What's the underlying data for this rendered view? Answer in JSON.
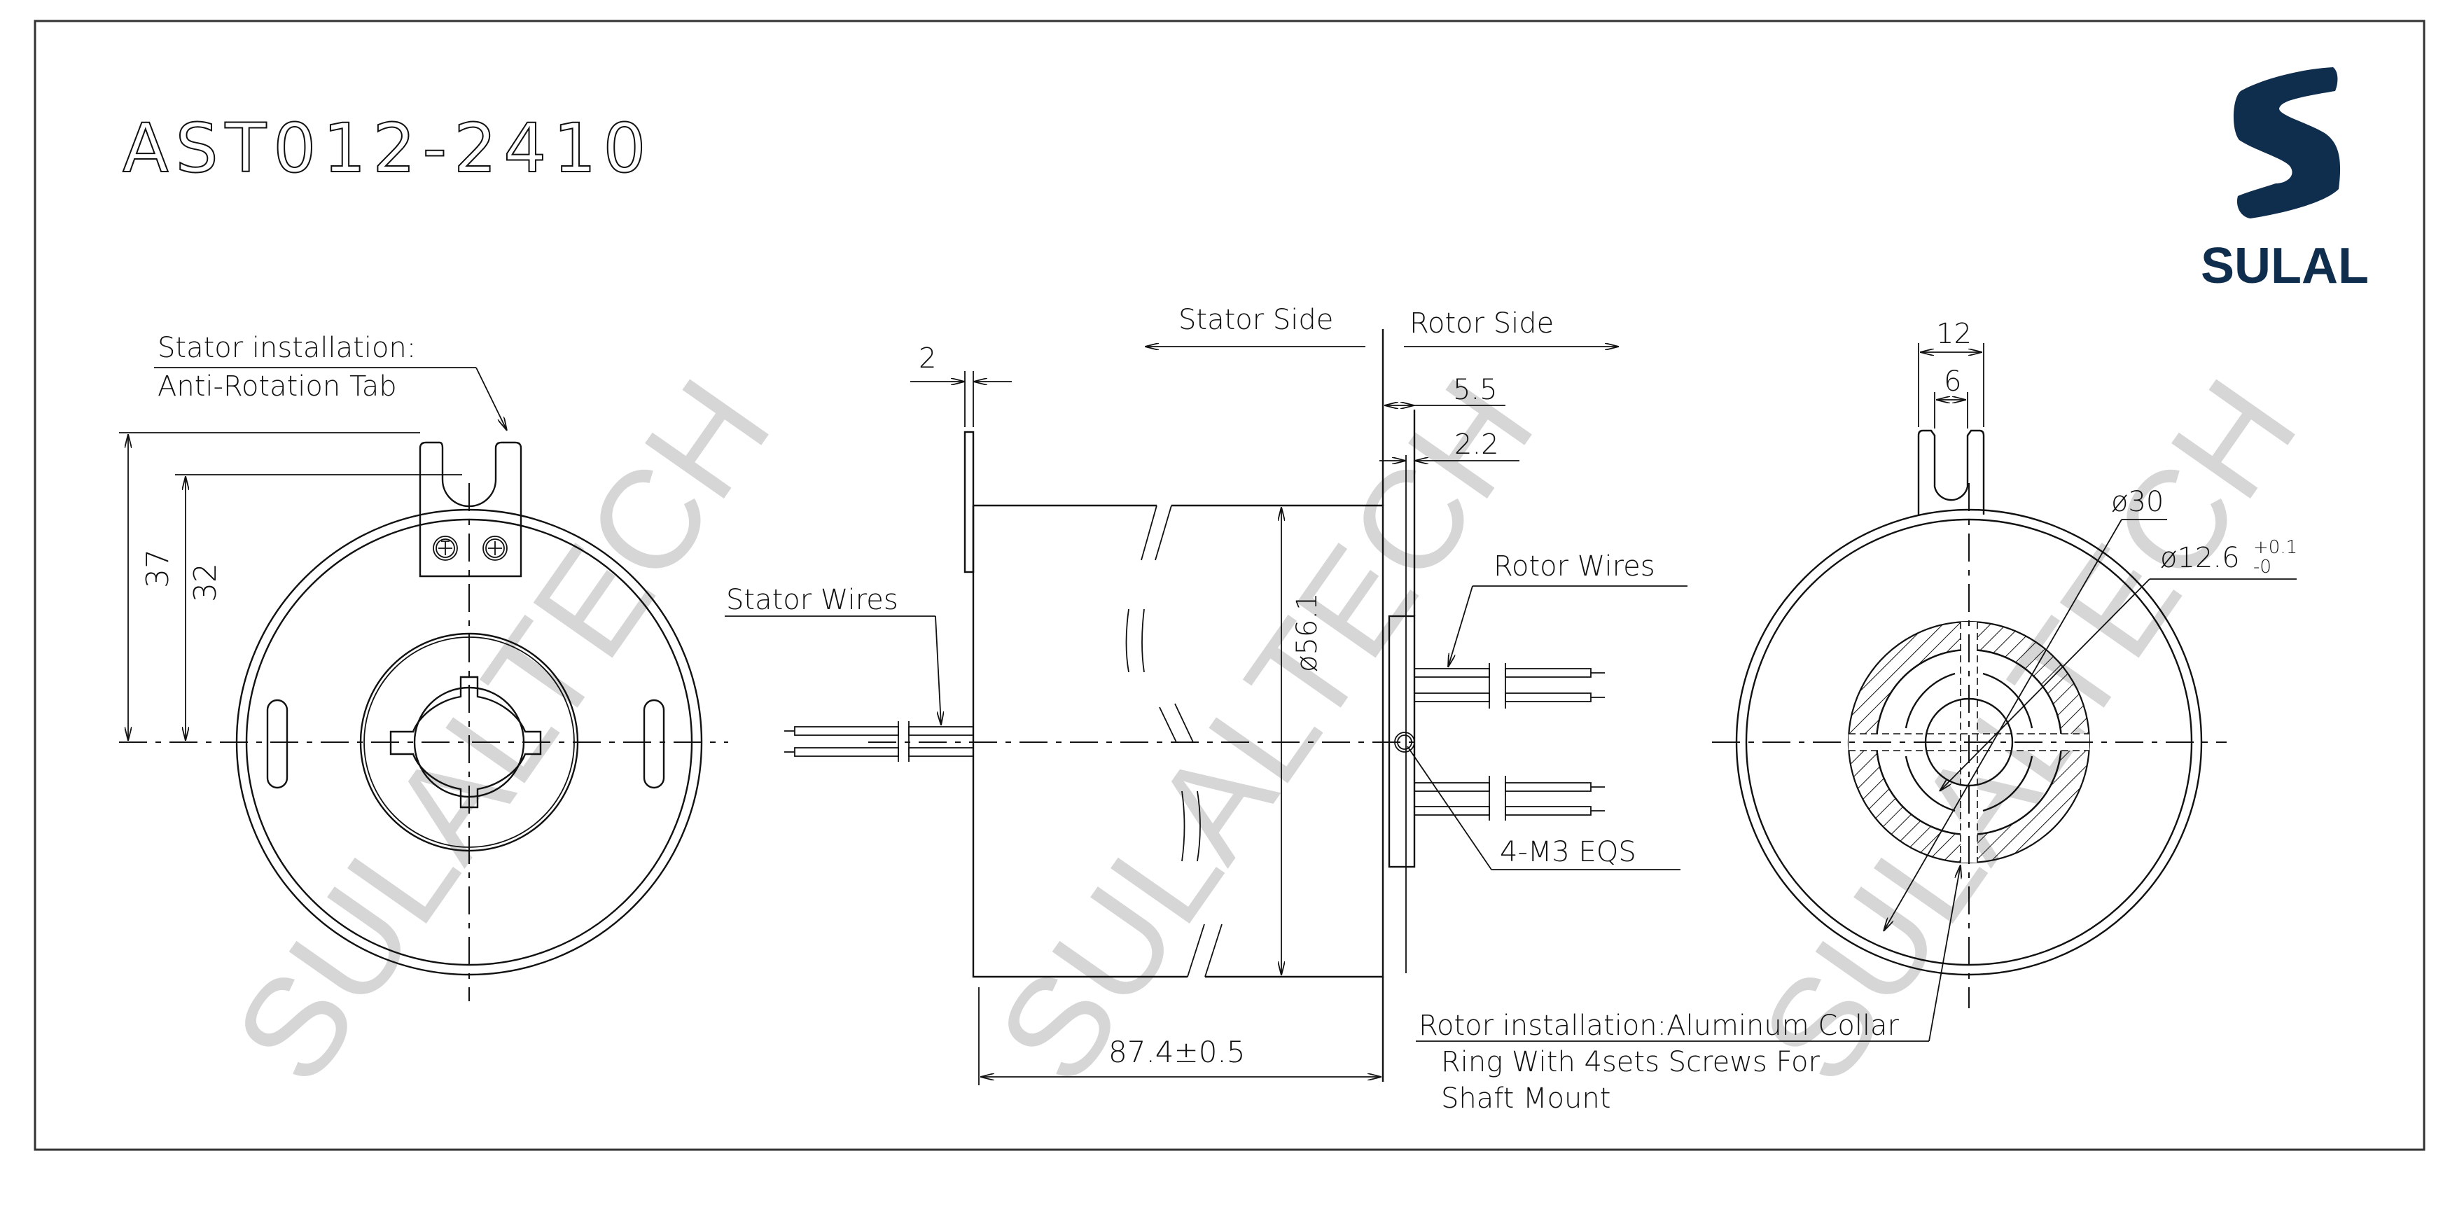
{
  "drawing": {
    "title": "AST012-2410",
    "brand": {
      "name": "SULAL",
      "color": "#0f2d4d",
      "icon": "sulal-s-logo-icon"
    },
    "watermark": "SULALTECH"
  },
  "left_view": {
    "callout_line1": "Stator installation:",
    "callout_line2": "Anti-Rotation Tab",
    "dim_outer": "37",
    "dim_inner": "32"
  },
  "side_view": {
    "stator_side": "Stator Side",
    "rotor_side": "Rotor Side",
    "dim_flange": "2",
    "dim_5_5": "5.5",
    "dim_2_2": "2.2",
    "stator_wires": "Stator Wires",
    "rotor_wires": "Rotor Wires",
    "diameter": "ø56.1",
    "screws": "4-M3 EQS",
    "length": "87.4±0.5"
  },
  "right_view": {
    "dim_tab_width": "12",
    "dim_slot_width": "6",
    "dia_30": "ø30",
    "dia_bore": "ø12.6",
    "tol_upper": "+0.1",
    "tol_lower": "-0",
    "rotor_note_line1": "Rotor installation:Aluminum Collar",
    "rotor_note_line2": "Ring With 4sets Screws For",
    "rotor_note_line3": "Shaft Mount"
  }
}
